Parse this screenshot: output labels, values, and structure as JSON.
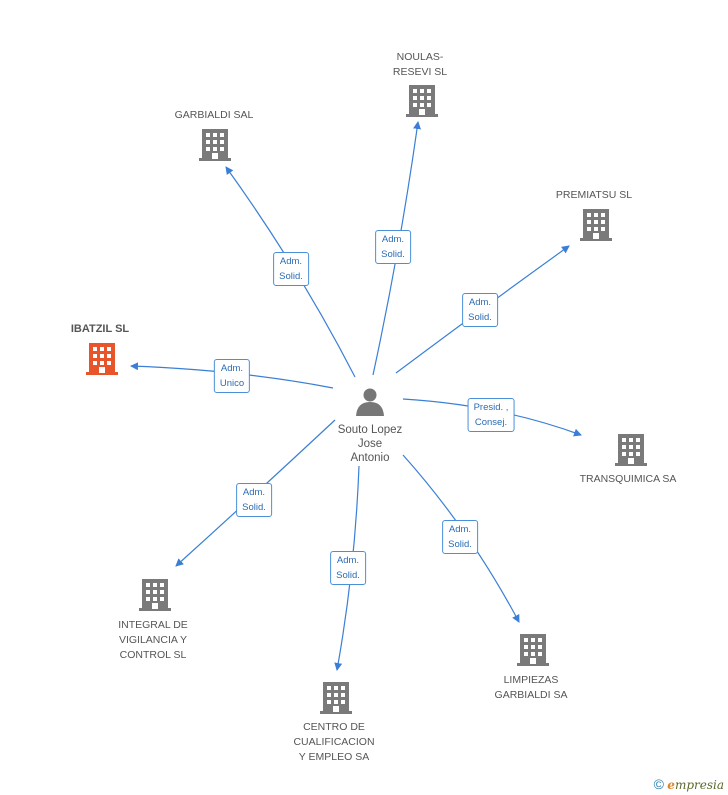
{
  "center": {
    "label": "Souto Lopez\nJose\nAntonio"
  },
  "companies": [
    {
      "id": "noulas",
      "label": "NOULAS-\nRESEVI SL",
      "highlight": false
    },
    {
      "id": "garbialdi_sal",
      "label": "GARBIALDI SAL",
      "highlight": false
    },
    {
      "id": "premiatsu",
      "label": "PREMIATSU SL",
      "highlight": false
    },
    {
      "id": "ibatzil",
      "label": "IBATZIL SL",
      "highlight": true
    },
    {
      "id": "transquimica",
      "label": "TRANSQUIMICA SA",
      "highlight": false
    },
    {
      "id": "integral",
      "label": "INTEGRAL DE\nVIGILANCIA Y\nCONTROL SL",
      "highlight": false
    },
    {
      "id": "limpiezas",
      "label": "LIMPIEZAS\nGARBIALDI SA",
      "highlight": false
    },
    {
      "id": "centro",
      "label": "CENTRO DE\nCUALIFICACION\nY EMPLEO SA",
      "highlight": false
    }
  ],
  "edges": [
    {
      "to": "noulas",
      "label": "Adm.\nSolid."
    },
    {
      "to": "garbialdi_sal",
      "label": "Adm.\nSolid."
    },
    {
      "to": "premiatsu",
      "label": "Adm.\nSolid."
    },
    {
      "to": "ibatzil",
      "label": "Adm.\nUnico"
    },
    {
      "to": "transquimica",
      "label": "Presid. ,\nConsej."
    },
    {
      "to": "integral",
      "label": "Adm.\nSolid."
    },
    {
      "to": "limpiezas",
      "label": "Adm.\nSolid."
    },
    {
      "to": "centro",
      "label": "Adm.\nSolid."
    }
  ],
  "colors": {
    "edge": "#3a7fd5",
    "building": "#7a7a7a",
    "building_highlight": "#e8552a",
    "person": "#777777"
  },
  "footer": {
    "copyright": "©",
    "brand_initial": "e",
    "brand_rest": "mpresia"
  }
}
